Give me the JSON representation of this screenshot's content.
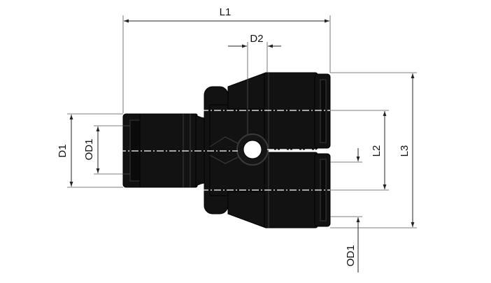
{
  "dimensions": {
    "L1": "L1",
    "D2": "D2",
    "D1": "D1",
    "OD1_left": "OD1",
    "L2": "L2",
    "L3": "L3",
    "OD1_bottom": "OD1"
  },
  "colors": {
    "part_body": "#121212",
    "dimension_lines": "#222222",
    "background": "#ffffff"
  }
}
